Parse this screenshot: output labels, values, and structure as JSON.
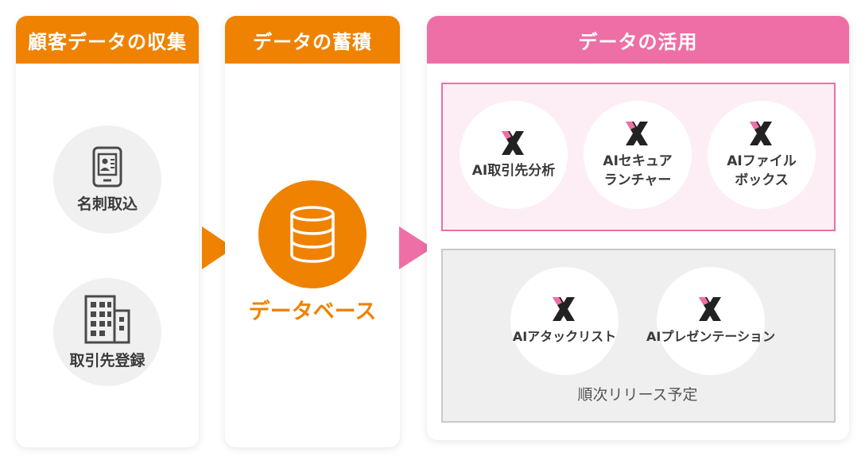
{
  "columns": {
    "collect": {
      "title": "顧客データの収集",
      "items": [
        {
          "label": "名刺取込",
          "icon": "business-card-scanner-icon"
        },
        {
          "label": "取引先登録",
          "icon": "office-building-icon"
        }
      ]
    },
    "store": {
      "title": "データの蓄積",
      "database": {
        "label": "データベース",
        "icon": "database-icon"
      }
    },
    "use": {
      "title": "データの活用",
      "available": [
        {
          "label": "AI取引先分析"
        },
        {
          "label": "AIセキュア\nランチャー"
        },
        {
          "label": "AIファイル\nボックス"
        }
      ],
      "planned": [
        {
          "label": "AIアタックリスト"
        },
        {
          "label": "AIプレゼンテーション"
        }
      ],
      "planned_note": "順次リリース予定"
    }
  },
  "colors": {
    "orange": "#ef8200",
    "pink": "#ed6fa5",
    "pink_bg": "#fdeef5",
    "gray_bg": "#efefef"
  }
}
